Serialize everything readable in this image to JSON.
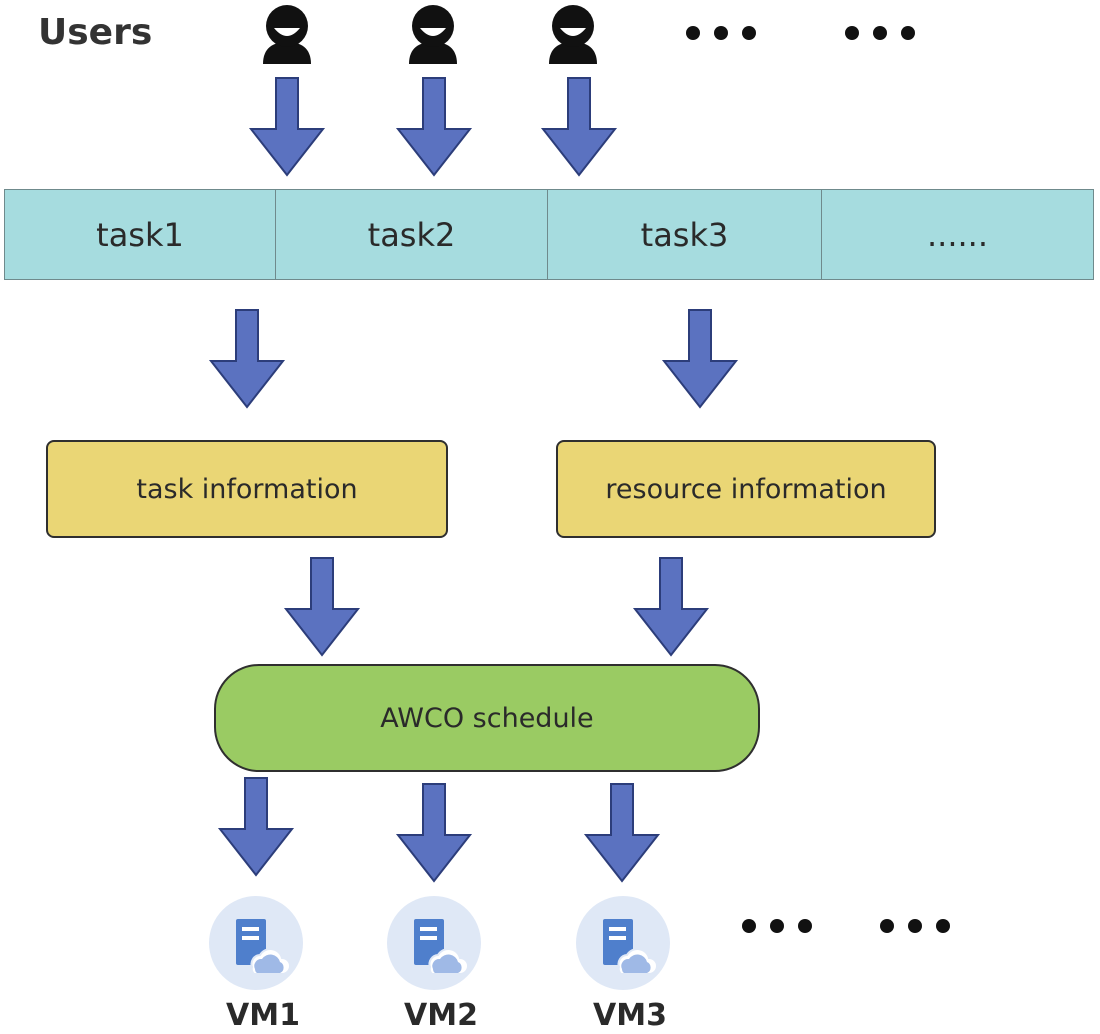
{
  "users_label": "Users",
  "tasks": [
    "task1",
    "task2",
    "task3",
    "......"
  ],
  "task_info_label": "task information",
  "resource_info_label": "resource information",
  "scheduler_label": "AWCO schedule",
  "vms": [
    "VM1",
    "VM2",
    "VM3"
  ],
  "colors": {
    "arrow": "#5b72c0",
    "arrow_stroke": "#2c3d7a",
    "task_bar": "#a6dcdf",
    "info_box": "#ead675",
    "scheduler": "#9acb63",
    "vm_circle": "#dfe8f6",
    "vm_icon": "#4f7fcc"
  },
  "icons": [
    "user-icon",
    "vm-server-cloud-icon",
    "down-arrow",
    "ellipsis-dots"
  ]
}
